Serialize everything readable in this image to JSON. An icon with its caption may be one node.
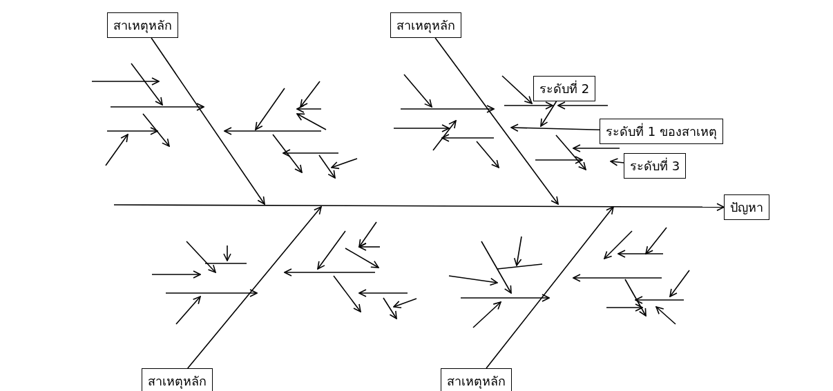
{
  "diagram": {
    "nodes": [
      {
        "text": [
          "สาเหตุหลัก"
        ]
      },
      {
        "text": [
          "สาเหตุหลัก"
        ]
      },
      {
        "text": [
          "ระดับที่ 2"
        ]
      },
      {
        "text": [
          "ระดับที่ 1 ของสาเหตุ"
        ]
      },
      {
        "text": [
          "ระดับที่ 3"
        ]
      },
      {
        "text": [
          "ปัญหา"
        ]
      },
      {
        "text": [
          "สาเหตุหลัก"
        ]
      },
      {
        "text": [
          "สาเหตุหลัก"
        ]
      }
    ],
    "edges": [
      {
        "from": null,
        "to": 5,
        "arrow": "to"
      },
      {
        "from": 0,
        "to": null,
        "arrow": "to"
      },
      {
        "from": 1,
        "to": null,
        "arrow": "to"
      },
      {
        "from": 6,
        "to": null,
        "arrow": "to"
      },
      {
        "from": 7,
        "to": null,
        "arrow": "to"
      },
      {
        "from": 2,
        "to": null,
        "arrow": "to"
      },
      {
        "from": 3,
        "to": null,
        "arrow": "to"
      },
      {
        "from": 4,
        "to": null,
        "arrow": "to"
      }
    ]
  }
}
